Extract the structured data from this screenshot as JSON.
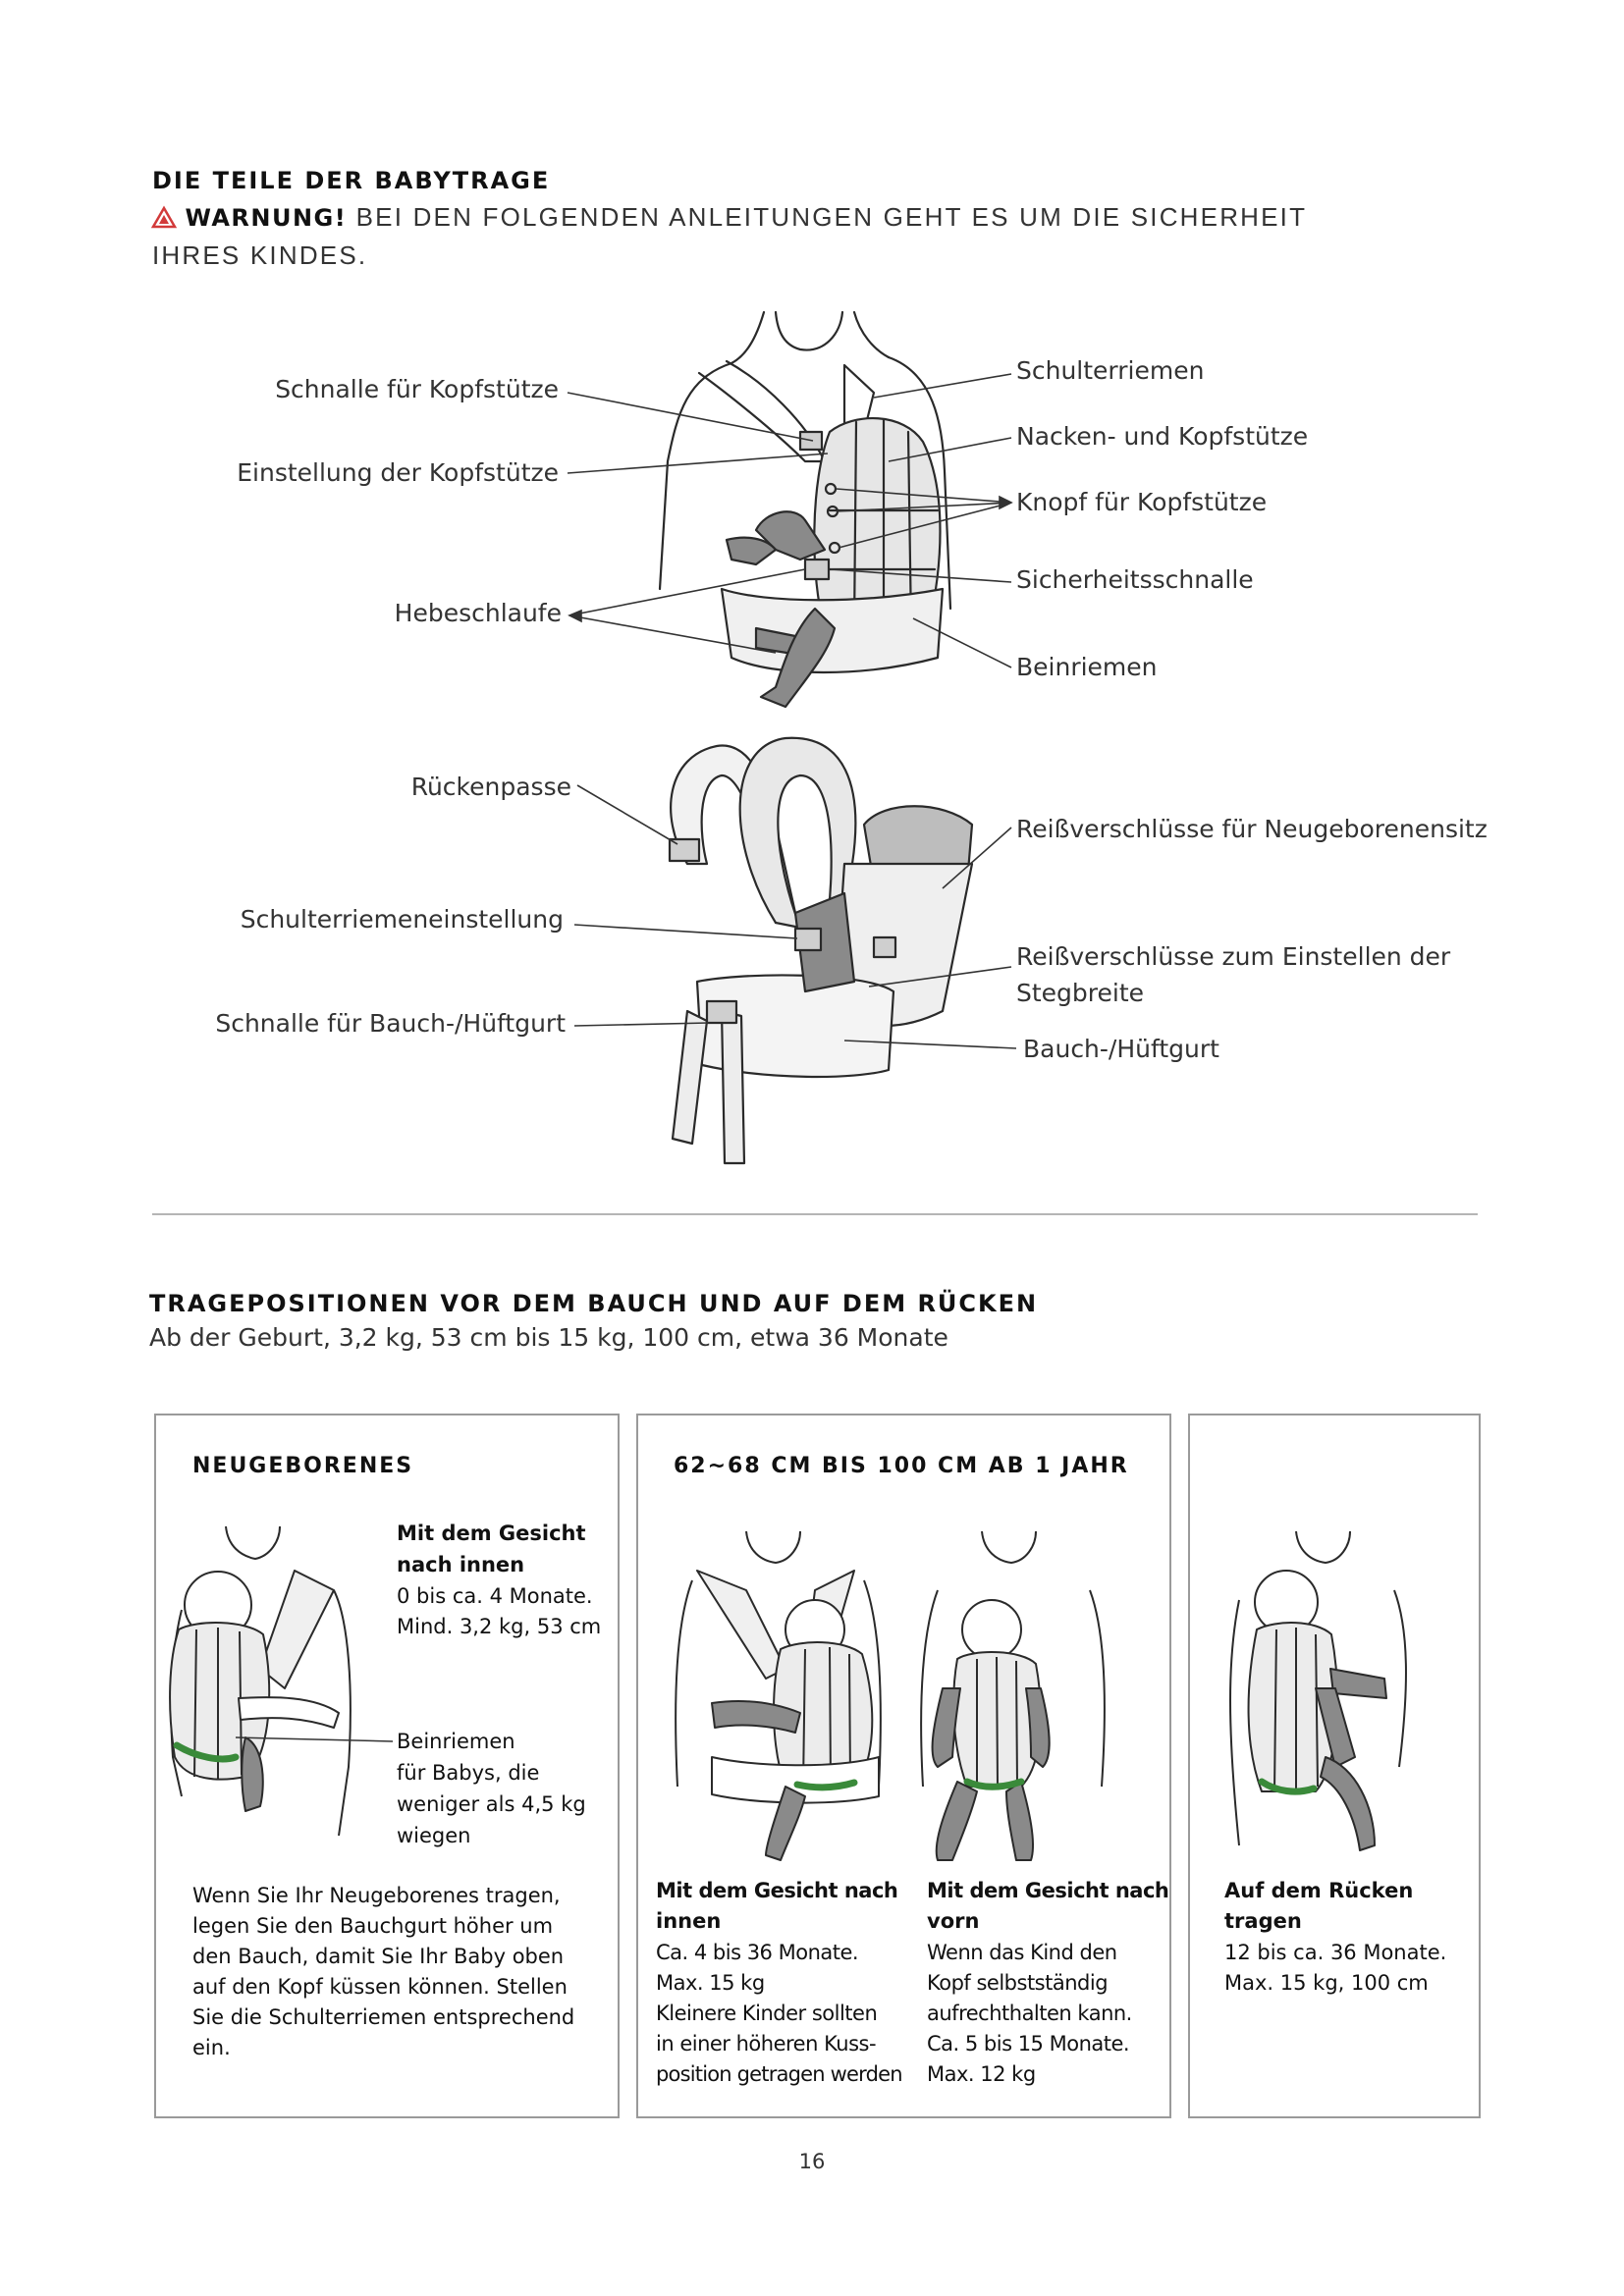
{
  "section1": {
    "title": "DIE TEILE DER BABYTRAGE",
    "warning_label": "WARNUNG!",
    "warning_text": "BEI DEN FOLGENDEN ANLEITUNGEN GEHT ES UM DIE SICHERHEIT IHRES KINDES."
  },
  "parts_front": {
    "left": [
      "Schnalle für Kopfstütze",
      "Einstellung der Kopfstütze",
      "Hebeschlaufe"
    ],
    "right": [
      "Schulterriemen",
      "Nacken- und Kopfstütze",
      "Knopf für Kopfstütze",
      "Sicherheitsschnalle",
      "Beinriemen"
    ]
  },
  "parts_back": {
    "left": [
      "Rückenpasse",
      "Schulterriemeneinstellung",
      "Schnalle für Bauch-/Hüftgurt"
    ],
    "right": [
      "Reißverschlüsse für Neugeborenensitz",
      "Reißverschlüsse zum Einstellen der",
      "Stegbreite",
      "Bauch-/Hüftgurt"
    ]
  },
  "section2": {
    "title": "TRAGEPOSITIONEN VOR DEM BAUCH UND AUF DEM RÜCKEN",
    "subtitle": "Ab der Geburt, 3,2 kg, 53 cm bis 15 kg, 100 cm, etwa 36 Monate"
  },
  "box1": {
    "title": "NEUGEBORENES",
    "pos_heading_1": "Mit dem Gesicht",
    "pos_heading_2": "nach innen",
    "pos_line_1": "0 bis ca. 4 Monate.",
    "pos_line_2": "Mind. 3,2 kg, 53 cm",
    "strap_lines": [
      "Beinriemen",
      "für Babys, die",
      "weniger als 4,5 kg",
      "wiegen"
    ],
    "body_lines": [
      "Wenn Sie Ihr Neugeborenes tragen,",
      "legen Sie den Bauchgurt höher um",
      "den Bauch, damit Sie Ihr Baby oben",
      "auf den Kopf küssen können. Stellen",
      "Sie die Schulterriemen entsprechend",
      "ein."
    ]
  },
  "box2": {
    "title": "62~68 CM BIS 100 CM  AB 1 JAHR",
    "col1_heading": [
      "Mit dem Gesicht nach",
      "innen"
    ],
    "col1_lines": [
      "Ca. 4 bis 36 Monate.",
      "Max. 15 kg",
      "Kleinere Kinder sollten",
      "in einer höheren Kuss-",
      "position getragen werden"
    ],
    "col2_heading": [
      "Mit dem Gesicht nach",
      "vorn"
    ],
    "col2_lines": [
      "Wenn das Kind den",
      "Kopf selbstständig",
      "aufrechthalten kann.",
      "Ca. 5 bis 15 Monate.",
      "Max. 12 kg"
    ]
  },
  "box3": {
    "heading": [
      "Auf dem Rücken",
      "tragen"
    ],
    "lines": [
      "12 bis ca. 36 Monate.",
      "Max. 15 kg, 100 cm"
    ]
  },
  "page_number": "16",
  "colors": {
    "accent_green": "#3a8a3a",
    "warning_red": "#d23a3a",
    "line": "#333333",
    "box_border": "#9a9a9a"
  },
  "icons": {
    "warning": "warning-triangle-icon"
  }
}
